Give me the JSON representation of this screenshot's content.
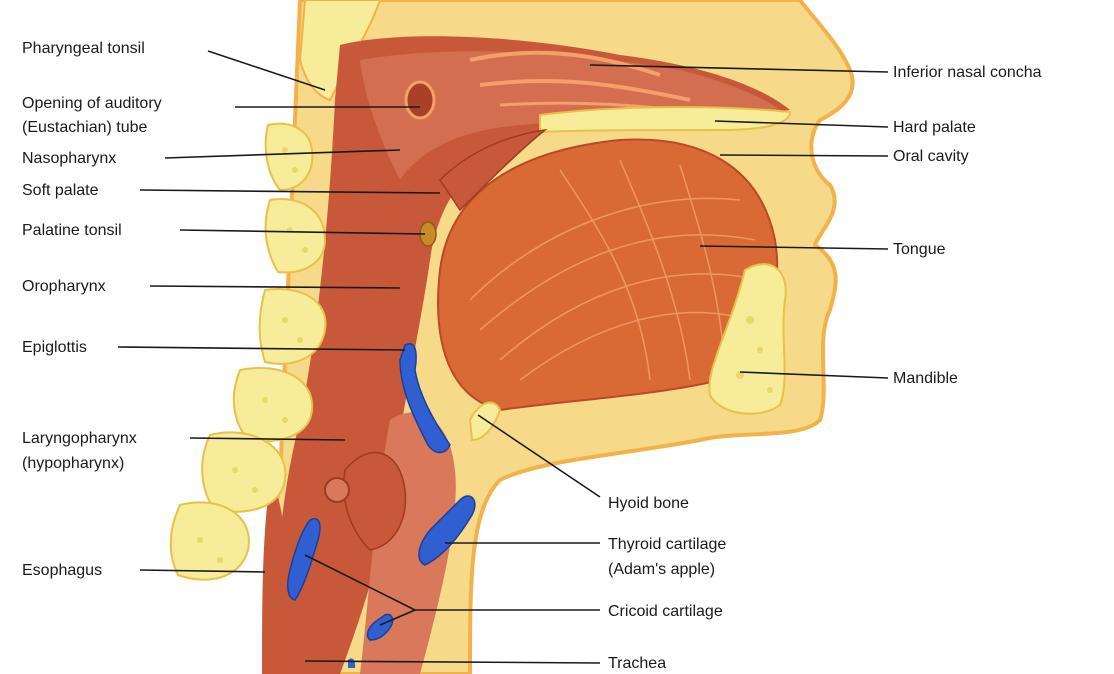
{
  "labels": {
    "pharyngeal_tonsil": "Pharyngeal tonsil",
    "opening_auditory_1": "Opening of auditory",
    "opening_auditory_2": "(Eustachian) tube",
    "nasopharynx": "Nasopharynx",
    "soft_palate": "Soft palate",
    "palatine_tonsil": "Palatine tonsil",
    "oropharynx": "Oropharynx",
    "epiglottis": "Epiglottis",
    "laryngopharynx_1": "Laryngopharynx",
    "laryngopharynx_2": "(hypopharynx)",
    "esophagus": "Esophagus",
    "inferior_nasal_concha": "Inferior nasal concha",
    "hard_palate": "Hard palate",
    "oral_cavity": "Oral cavity",
    "tongue": "Tongue",
    "mandible": "Mandible",
    "hyoid_bone": "Hyoid bone",
    "thyroid_cartilage_1": "Thyroid cartilage",
    "thyroid_cartilage_2": "(Adam's apple)",
    "cricoid_cartilage": "Cricoid cartilage",
    "trachea": "Trachea"
  },
  "colors": {
    "skin": "#f7d98a",
    "skin_edge": "#f2b24a",
    "bone": "#f6ec9a",
    "bone_spot": "#e8d86a",
    "muscle": "#c8583a",
    "muscle_light": "#d9785a",
    "tongue": "#d96a36",
    "tongue_fiber": "#f3a06a",
    "cartilage": "#2f5fd0",
    "airway": "#e7a08c"
  }
}
